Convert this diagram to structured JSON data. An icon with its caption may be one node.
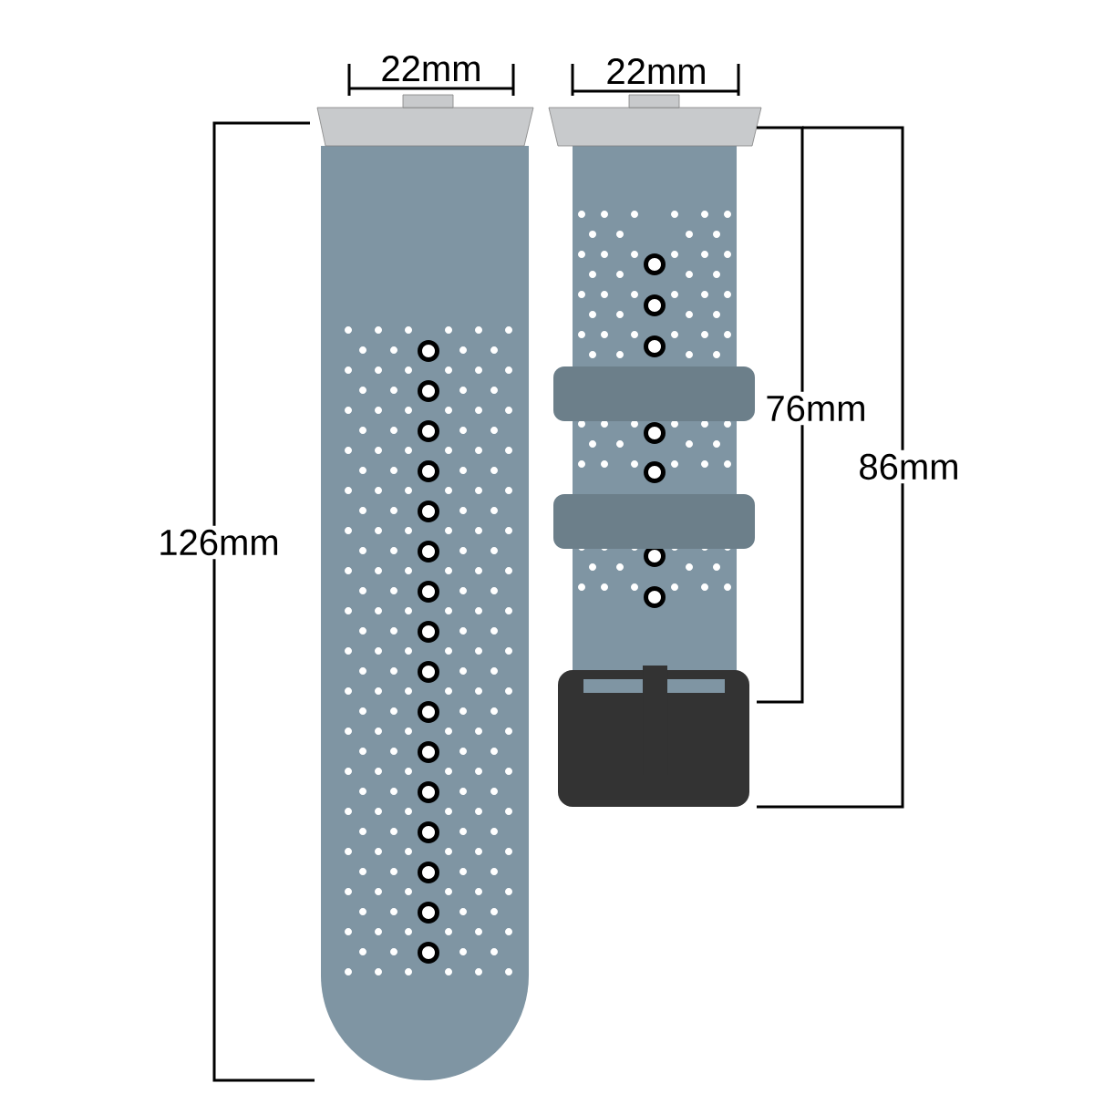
{
  "diagram": {
    "labels": [
      "22mm",
      "22mm",
      "126mm",
      "76mm",
      "86mm"
    ]
  }
}
